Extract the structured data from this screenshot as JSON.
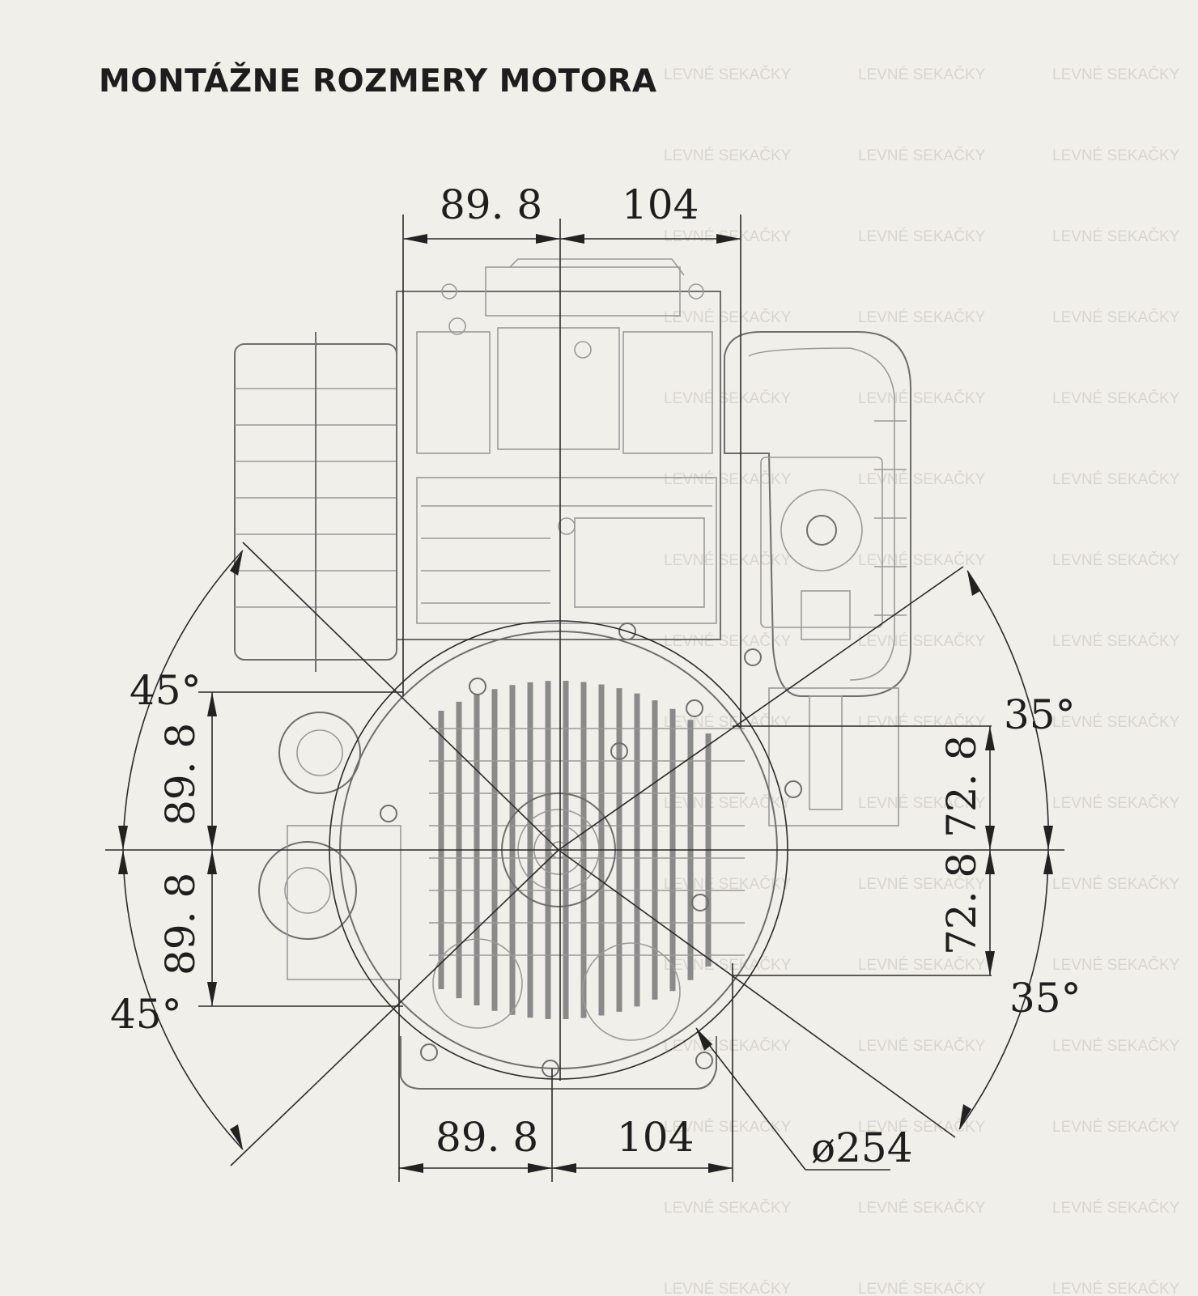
{
  "title": "MONTÁŽNE ROZMERY MOTORA",
  "watermark": "LEVNÉ SEKAČKY",
  "dimensions": {
    "top_left": "89. 8",
    "top_right": "104",
    "bottom_left": "89. 8",
    "bottom_right": "104",
    "left_upper": "89. 8",
    "left_lower": "89. 8",
    "right_upper": "72. 8",
    "right_lower": "72. 8",
    "angle_left_upper": "45°",
    "angle_left_lower": "45°",
    "angle_right_upper": "35°",
    "angle_right_lower": "35°",
    "bolt_circle": "ø254"
  }
}
